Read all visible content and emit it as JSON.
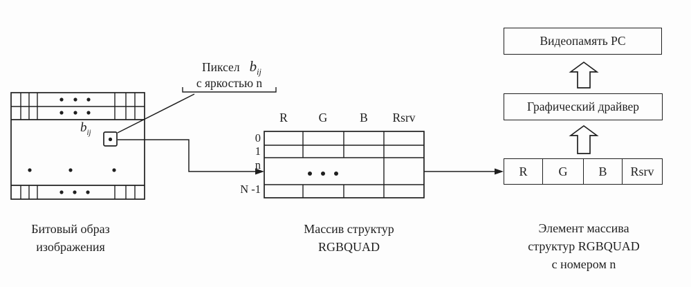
{
  "colors": {
    "ink": "#1f1f1f",
    "bg": "#fdfdfd"
  },
  "pixel_callout": {
    "line1_prefix": "Пиксел",
    "var": "b",
    "var_sub": "ij",
    "line2": "с яркостью n"
  },
  "bitmap": {
    "pixel_var": "b",
    "pixel_var_sub": "ij",
    "caption_line1": "Битовый образ",
    "caption_line2": "изображения"
  },
  "rgbquad_table": {
    "col_headers": [
      "R",
      "G",
      "B",
      "Rsrv"
    ],
    "row_labels": [
      "0",
      "1",
      "n",
      "N -1"
    ],
    "caption_line1": "Массив структур",
    "caption_line2": "RGBQUAD"
  },
  "element_row": {
    "cells": [
      "R",
      "G",
      "B",
      "Rsrv"
    ],
    "caption_line1": "Элемент массива",
    "caption_line2": "структур RGBQUAD",
    "caption_line3": "с номером n"
  },
  "video_memory_box": {
    "label": "Видеопамять PC"
  },
  "graphics_driver_box": {
    "label": "Графический драйвер"
  }
}
